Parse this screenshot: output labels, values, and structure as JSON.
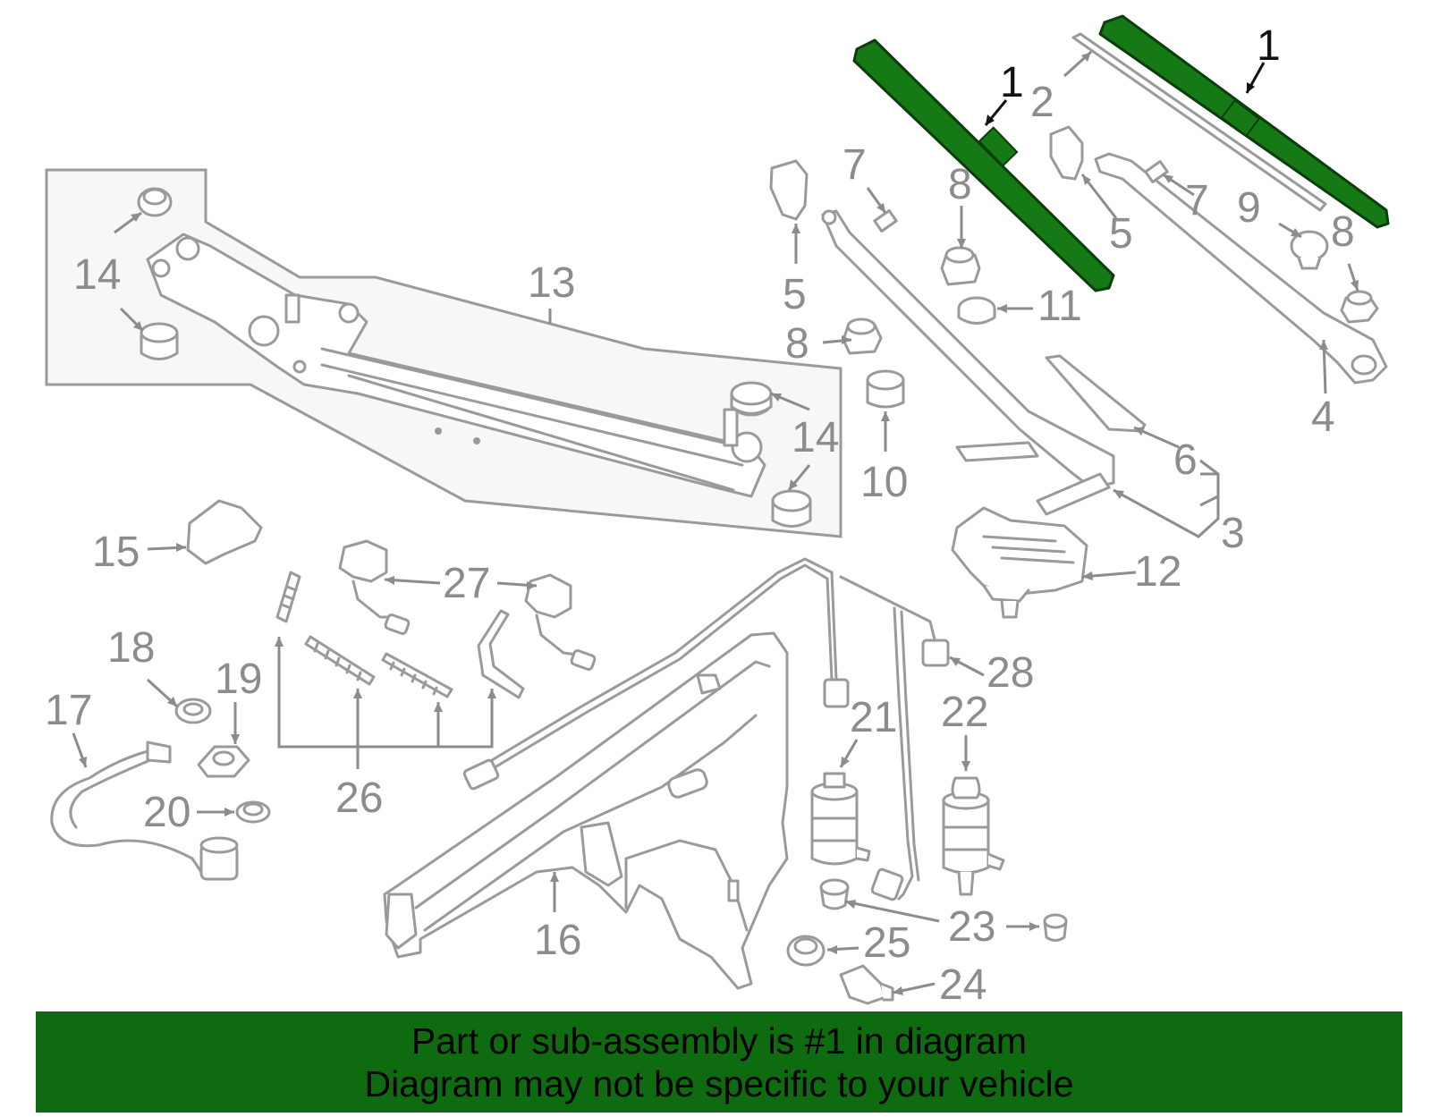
{
  "diagram": {
    "highlight_color": "#157a15",
    "banner_color": "#0f6b0f",
    "callouts": [
      {
        "id": "c1a",
        "text": "1",
        "highlight": true
      },
      {
        "id": "c1b",
        "text": "1",
        "highlight": true
      },
      {
        "id": "c2",
        "text": "2"
      },
      {
        "id": "c3",
        "text": "3"
      },
      {
        "id": "c4",
        "text": "4"
      },
      {
        "id": "c5a",
        "text": "5"
      },
      {
        "id": "c5b",
        "text": "5"
      },
      {
        "id": "c6",
        "text": "6"
      },
      {
        "id": "c7a",
        "text": "7"
      },
      {
        "id": "c7b",
        "text": "7"
      },
      {
        "id": "c8a",
        "text": "8"
      },
      {
        "id": "c8b",
        "text": "8"
      },
      {
        "id": "c8c",
        "text": "8"
      },
      {
        "id": "c9",
        "text": "9"
      },
      {
        "id": "c10",
        "text": "10"
      },
      {
        "id": "c11",
        "text": "11"
      },
      {
        "id": "c12",
        "text": "12"
      },
      {
        "id": "c13",
        "text": "13"
      },
      {
        "id": "c14a",
        "text": "14"
      },
      {
        "id": "c14b",
        "text": "14"
      },
      {
        "id": "c15",
        "text": "15"
      },
      {
        "id": "c16",
        "text": "16"
      },
      {
        "id": "c17",
        "text": "17"
      },
      {
        "id": "c18",
        "text": "18"
      },
      {
        "id": "c19",
        "text": "19"
      },
      {
        "id": "c20",
        "text": "20"
      },
      {
        "id": "c21",
        "text": "21"
      },
      {
        "id": "c22",
        "text": "22"
      },
      {
        "id": "c23",
        "text": "23"
      },
      {
        "id": "c24",
        "text": "24"
      },
      {
        "id": "c25",
        "text": "25"
      },
      {
        "id": "c26",
        "text": "26"
      },
      {
        "id": "c27",
        "text": "27"
      },
      {
        "id": "c28",
        "text": "28"
      }
    ]
  },
  "banner": {
    "line1": "Part or sub-assembly is #1 in diagram",
    "line2": "Diagram may not be specific to your vehicle"
  }
}
